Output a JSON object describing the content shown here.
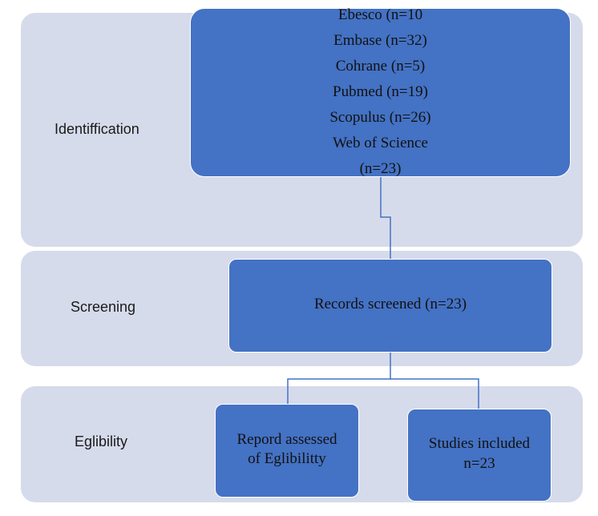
{
  "stages": {
    "identification": {
      "label": "Identiffication",
      "box_lines": [
        "Ebesco (n=10",
        "Embase (n=32)",
        "Cohrane (n=5)",
        "Pubmed (n=19)",
        "Scopulus (n=26)",
        "Web of Science",
        "(n=23)"
      ]
    },
    "screening": {
      "label": "Screening",
      "box_text": "Records screened (n=23)"
    },
    "eligibility": {
      "label": "Eglibility",
      "left_box": [
        "Repord assessed",
        "of Eglibilitty"
      ],
      "right_box": [
        "Studies included",
        "n=23"
      ]
    }
  },
  "colors": {
    "band": "#d6dbeb",
    "box": "#4472c4",
    "connector": "#4472c4"
  }
}
